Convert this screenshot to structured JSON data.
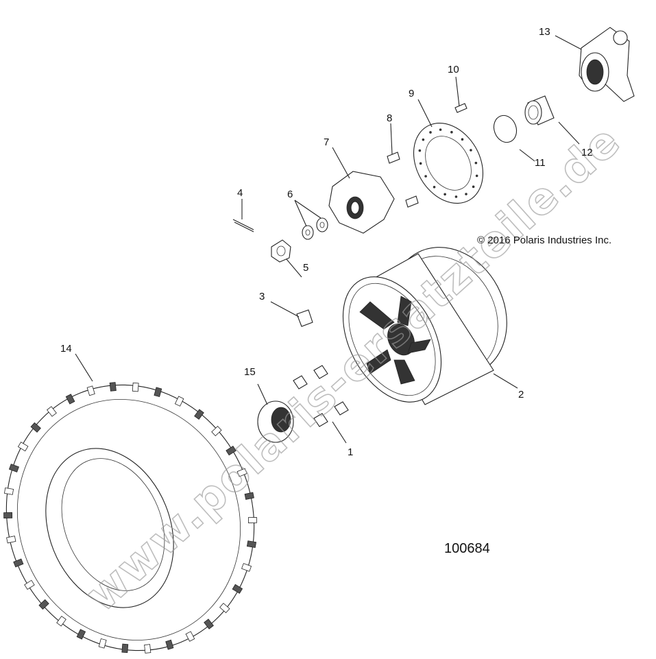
{
  "copyright": "© 2016 Polaris Industries Inc.",
  "diagram_code": "100684",
  "watermark": "www.polaris-ersatzteile.de",
  "callouts": [
    "1",
    "2",
    "3",
    "4",
    "5",
    "6",
    "7",
    "8",
    "9",
    "10",
    "11",
    "12",
    "13",
    "14",
    "15"
  ]
}
